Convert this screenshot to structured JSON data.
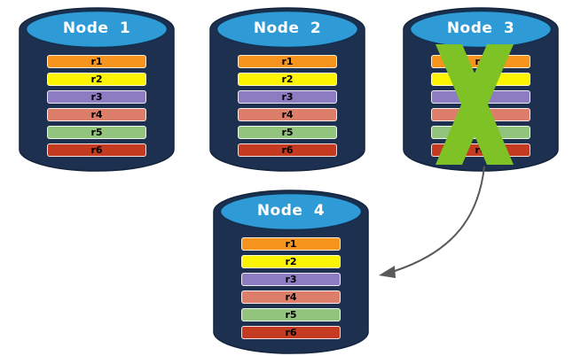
{
  "diagram": {
    "type": "database-replication-failover",
    "nodes": [
      {
        "label": "Node 1",
        "failed": false,
        "records": [
          {
            "label": "r1",
            "color": "#F7941E"
          },
          {
            "label": "r2",
            "color": "#FCF400"
          },
          {
            "label": "r3",
            "color": "#8E7CC3"
          },
          {
            "label": "r4",
            "color": "#DD7E6B"
          },
          {
            "label": "r5",
            "color": "#93C47D"
          },
          {
            "label": "r6",
            "color": "#C43B22"
          }
        ]
      },
      {
        "label": "Node 2",
        "failed": false,
        "records": [
          {
            "label": "r1",
            "color": "#F7941E"
          },
          {
            "label": "r2",
            "color": "#FCF400"
          },
          {
            "label": "r3",
            "color": "#8E7CC3"
          },
          {
            "label": "r4",
            "color": "#DD7E6B"
          },
          {
            "label": "r5",
            "color": "#93C47D"
          },
          {
            "label": "r6",
            "color": "#C43B22"
          }
        ]
      },
      {
        "label": "Node 3",
        "failed": true,
        "records": [
          {
            "label": "r1",
            "color": "#F7941E"
          },
          {
            "label": "r2",
            "color": "#FCF400"
          },
          {
            "label": "r3",
            "color": "#8E7CC3"
          },
          {
            "label": "r4",
            "color": "#DD7E6B"
          },
          {
            "label": "r5",
            "color": "#93C47D"
          },
          {
            "label": "r6",
            "color": "#C43B22"
          }
        ]
      },
      {
        "label": "Node 4",
        "failed": false,
        "records": [
          {
            "label": "r1",
            "color": "#F7941E"
          },
          {
            "label": "r2",
            "color": "#FCF400"
          },
          {
            "label": "r3",
            "color": "#8E7CC3"
          },
          {
            "label": "r4",
            "color": "#DD7E6B"
          },
          {
            "label": "r5",
            "color": "#93C47D"
          },
          {
            "label": "r6",
            "color": "#C43B22"
          }
        ]
      }
    ],
    "failure_mark": {
      "symbol": "X",
      "on": "Node 3",
      "color": "#7FC226"
    },
    "arrow": {
      "from": "Node 3",
      "to": "Node 4",
      "color": "#595959"
    },
    "colors": {
      "cylinder_body": "#1E3050",
      "cylinder_outline": "#13243C",
      "cylinder_top": "#2E9BD6",
      "cylinder_top_outline": "#16304F",
      "title_text": "#FFFFFF",
      "record_text": "#000000",
      "background": "#FFFFFF"
    }
  }
}
